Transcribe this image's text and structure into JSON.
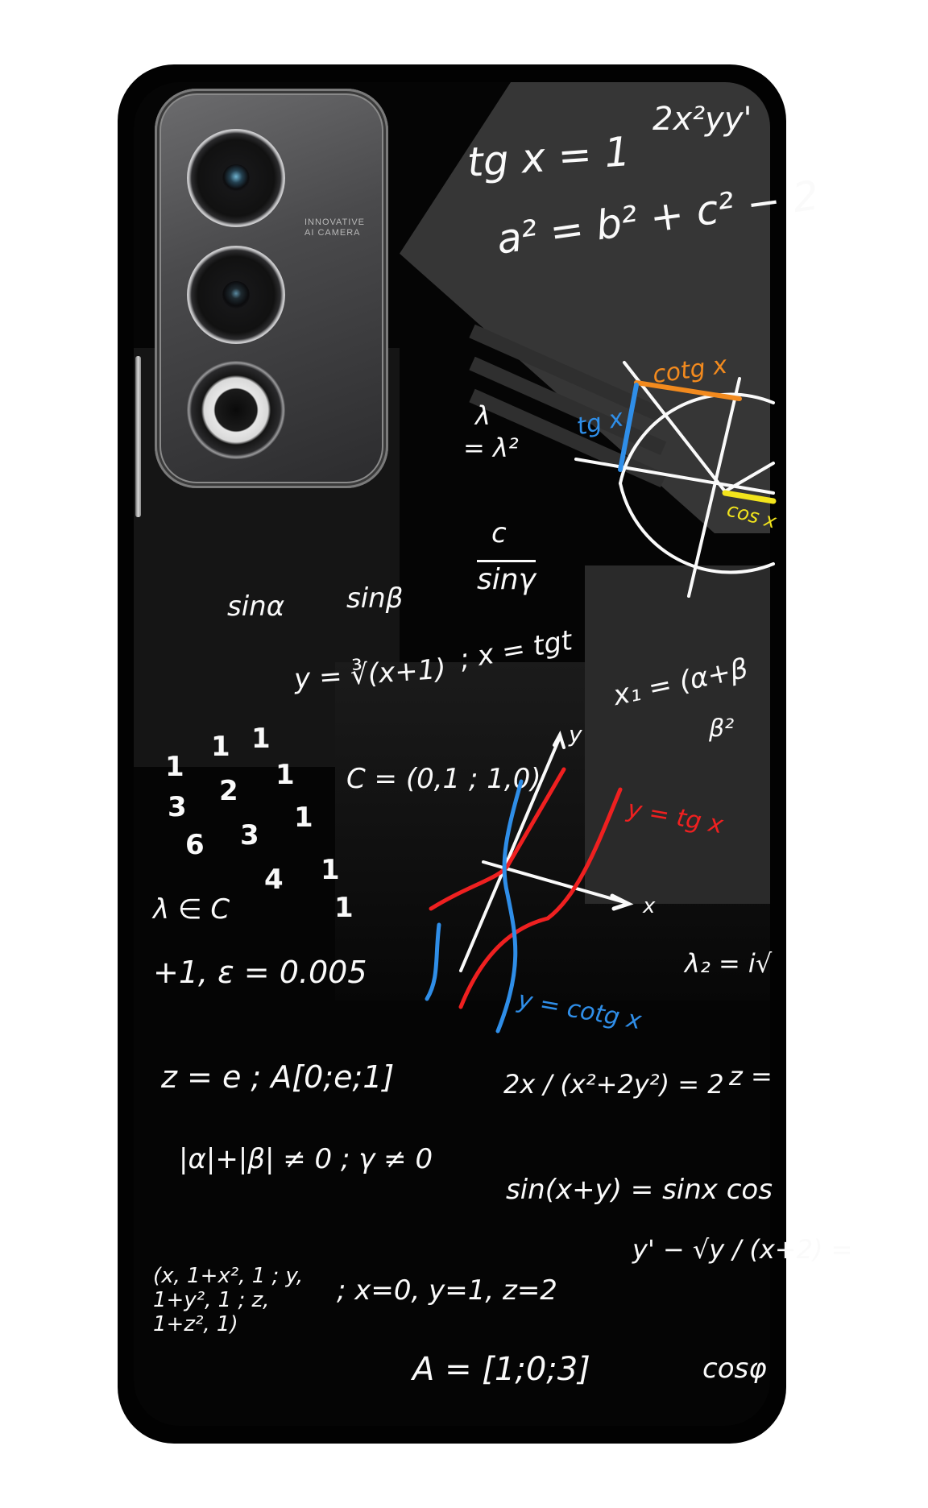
{
  "product": {
    "type": "phone-back-cover",
    "print_theme": "math-formulas-chalkboard",
    "camera_label_line1": "INNOVATIVE",
    "camera_label_line2": "AI CAMERA",
    "colors": {
      "case": "#020202",
      "board": "#050505",
      "chalk": "#fafafa",
      "orange": "#f28a1e",
      "blue": "#2f8ee8",
      "red": "#ef2020",
      "yellow": "#f2e41c",
      "camera_module": "#4a4a4c"
    }
  },
  "formulas": {
    "f01": "tg x = 1",
    "f02": "2x²yy'",
    "f03": "a² = b² + c² − 2",
    "f04": "λ",
    "f05": "= λ²",
    "f06": "c",
    "f07": "sinγ",
    "f08": "sinα",
    "f09": "sinβ",
    "f10": "y = ∛(x+1)",
    "f11": "; x = tgt",
    "f12": "x₁ = (α+β",
    "f13": "β²",
    "f14": "C = (0,1 ; 1,0)",
    "f15": "λ ∈ C",
    "f16": "+1, ε = 0.005",
    "f17": "λ₂ = i√",
    "f18": "z = e ; A[0;e;1]",
    "f19": "2x / (x²+2y²) = 2",
    "f20": "z =",
    "f21": "|α|+|β| ≠ 0 ; γ ≠ 0",
    "f22": "sin(x+y) = sinx cos",
    "f23": "y' − √y / (x+2) =",
    "f24": "(x, 1+x², 1 ; y, 1+y², 1 ; z, 1+z², 1)",
    "f25": "; x=0, y=1, z=2",
    "f26": "A = [1;0;3]",
    "f27": "cosφ",
    "f28": "2x",
    "f29": "tg x",
    "f30": "cotg x",
    "f31": "cos x",
    "f32": "y = tg x",
    "f33": "y = cotg x",
    "f34": "x",
    "f35": "y"
  },
  "number_triangle": [
    "1",
    "1",
    "1",
    "3",
    "2",
    "1",
    "6",
    "3",
    "1",
    "4",
    "1",
    "1"
  ]
}
